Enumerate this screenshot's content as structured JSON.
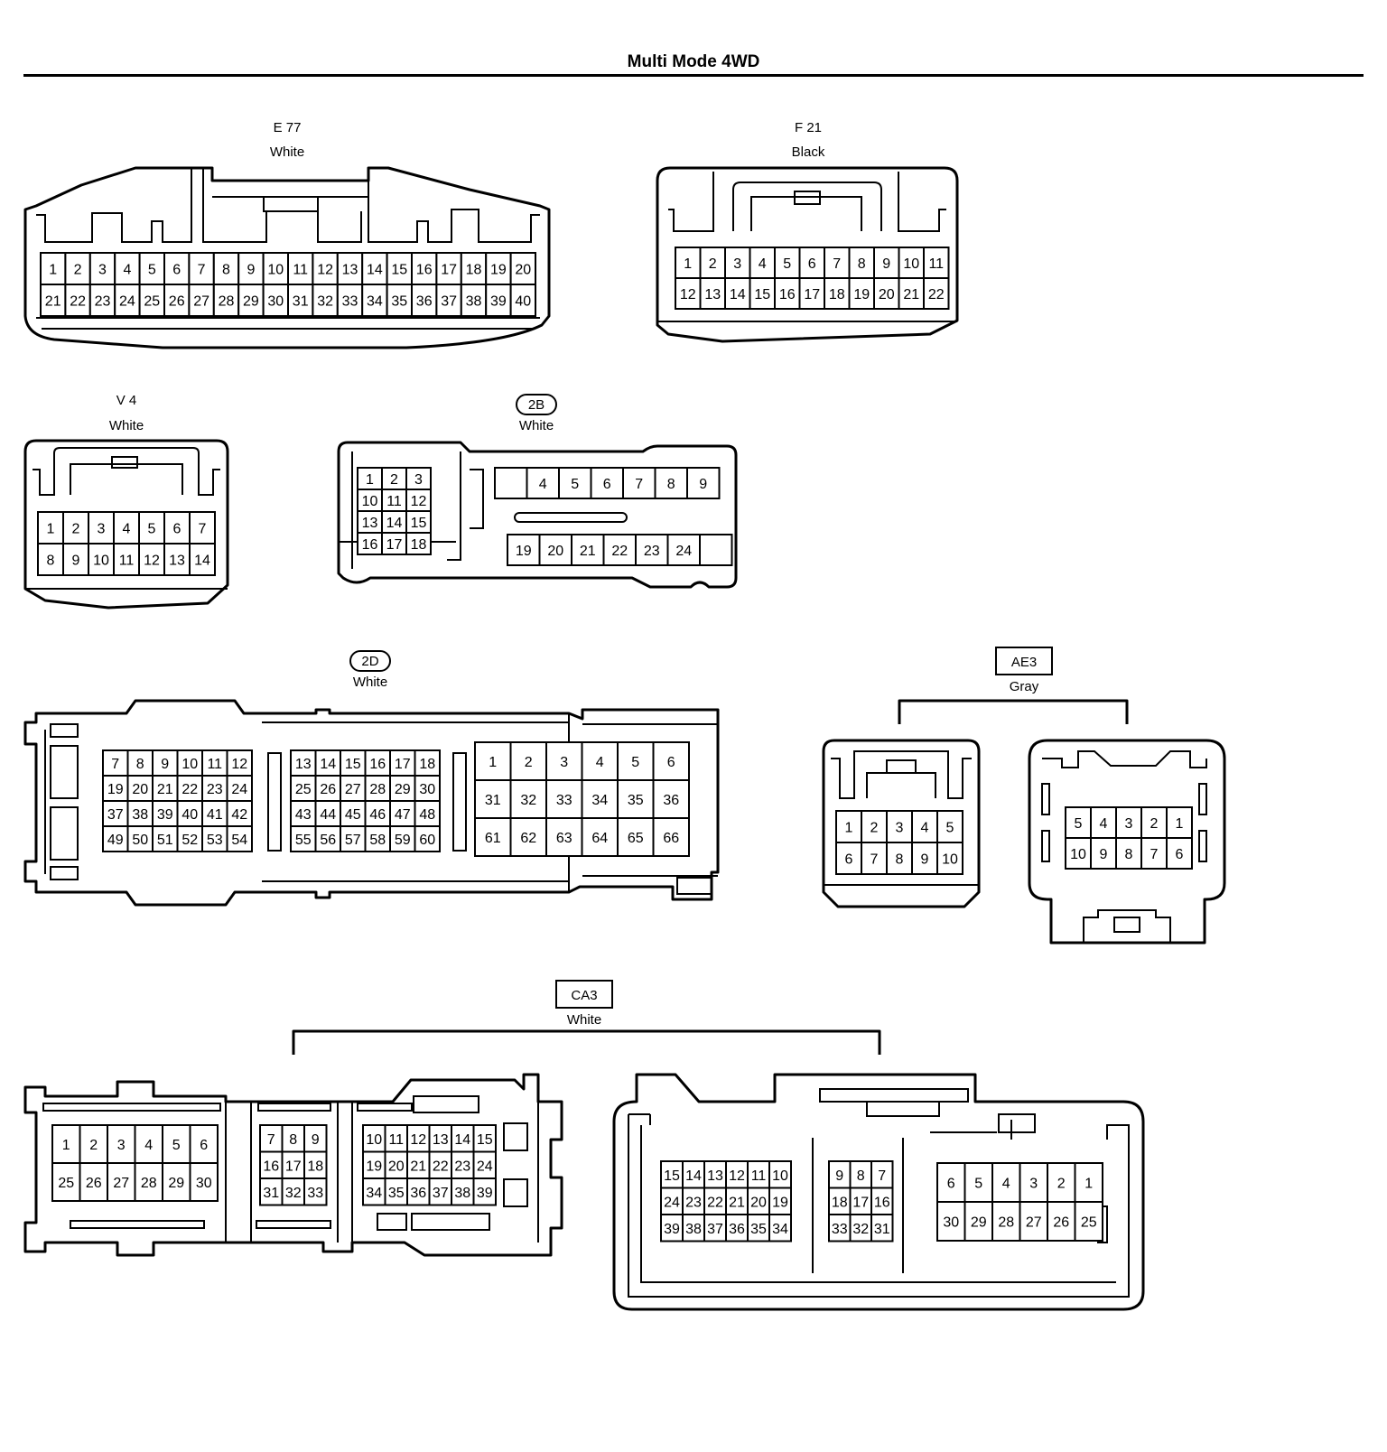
{
  "title": "Multi Mode 4WD",
  "connectors": [
    {
      "id": "E77",
      "code": "E 77",
      "color": "White",
      "code_style": "plain",
      "rows": [
        [
          "1",
          "2",
          "3",
          "4",
          "5",
          "6",
          "7",
          "8",
          "9",
          "10",
          "11",
          "12",
          "13",
          "14",
          "15",
          "16",
          "17",
          "18",
          "19",
          "20"
        ],
        [
          "21",
          "22",
          "23",
          "24",
          "25",
          "26",
          "27",
          "28",
          "29",
          "30",
          "31",
          "32",
          "33",
          "34",
          "35",
          "36",
          "37",
          "38",
          "39",
          "40"
        ]
      ]
    },
    {
      "id": "F21",
      "code": "F 21",
      "color": "Black",
      "code_style": "plain",
      "rows": [
        [
          "1",
          "2",
          "3",
          "4",
          "5",
          "6",
          "7",
          "8",
          "9",
          "10",
          "11"
        ],
        [
          "12",
          "13",
          "14",
          "15",
          "16",
          "17",
          "18",
          "19",
          "20",
          "21",
          "22"
        ]
      ]
    },
    {
      "id": "V4",
      "code": "V 4",
      "color": "White",
      "code_style": "plain",
      "rows": [
        [
          "1",
          "2",
          "3",
          "4",
          "5",
          "6",
          "7"
        ],
        [
          "8",
          "9",
          "10",
          "11",
          "12",
          "13",
          "14"
        ]
      ]
    },
    {
      "id": "2B",
      "code": "2B",
      "color": "White",
      "code_style": "oval",
      "groups": [
        {
          "rows": [
            [
              "1",
              "2",
              "3"
            ],
            [
              "10",
              "11",
              "12"
            ],
            [
              "13",
              "14",
              "15"
            ],
            [
              "16",
              "17",
              "18"
            ]
          ]
        },
        {
          "rows": [
            [
              "",
              "4",
              "5",
              "6",
              "7",
              "8",
              "9"
            ]
          ]
        },
        {
          "rows": [
            [
              "19",
              "20",
              "21",
              "22",
              "23",
              "24",
              ""
            ]
          ]
        }
      ]
    },
    {
      "id": "2D",
      "code": "2D",
      "color": "White",
      "code_style": "oval",
      "groups": [
        {
          "rows": [
            [
              "7",
              "8",
              "9",
              "10",
              "11",
              "12"
            ],
            [
              "19",
              "20",
              "21",
              "22",
              "23",
              "24"
            ],
            [
              "37",
              "38",
              "39",
              "40",
              "41",
              "42"
            ],
            [
              "49",
              "50",
              "51",
              "52",
              "53",
              "54"
            ]
          ]
        },
        {
          "rows": [
            [
              "13",
              "14",
              "15",
              "16",
              "17",
              "18"
            ],
            [
              "25",
              "26",
              "27",
              "28",
              "29",
              "30"
            ],
            [
              "43",
              "44",
              "45",
              "46",
              "47",
              "48"
            ],
            [
              "55",
              "56",
              "57",
              "58",
              "59",
              "60"
            ]
          ]
        },
        {
          "rows": [
            [
              "1",
              "2",
              "3",
              "4",
              "5",
              "6"
            ],
            [
              "31",
              "32",
              "33",
              "34",
              "35",
              "36"
            ],
            [
              "61",
              "62",
              "63",
              "64",
              "65",
              "66"
            ]
          ]
        }
      ]
    },
    {
      "id": "AE3",
      "code": "AE3",
      "color": "Gray",
      "code_style": "box",
      "parts": [
        {
          "rows": [
            [
              "1",
              "2",
              "3",
              "4",
              "5"
            ],
            [
              "6",
              "7",
              "8",
              "9",
              "10"
            ]
          ]
        },
        {
          "rows": [
            [
              "5",
              "4",
              "3",
              "2",
              "1"
            ],
            [
              "10",
              "9",
              "8",
              "7",
              "6"
            ]
          ]
        }
      ]
    },
    {
      "id": "CA3",
      "code": "CA3",
      "color": "White",
      "code_style": "box",
      "parts": [
        {
          "groups": [
            {
              "rows": [
                [
                  "1",
                  "2",
                  "3",
                  "4",
                  "5",
                  "6"
                ],
                [
                  "25",
                  "26",
                  "27",
                  "28",
                  "29",
                  "30"
                ]
              ]
            },
            {
              "rows": [
                [
                  "7",
                  "8",
                  "9"
                ],
                [
                  "16",
                  "17",
                  "18"
                ],
                [
                  "31",
                  "32",
                  "33"
                ]
              ]
            },
            {
              "rows": [
                [
                  "10",
                  "11",
                  "12",
                  "13",
                  "14",
                  "15"
                ],
                [
                  "19",
                  "20",
                  "21",
                  "22",
                  "23",
                  "24"
                ],
                [
                  "34",
                  "35",
                  "36",
                  "37",
                  "38",
                  "39"
                ]
              ]
            }
          ]
        },
        {
          "groups": [
            {
              "rows": [
                [
                  "15",
                  "14",
                  "13",
                  "12",
                  "11",
                  "10"
                ],
                [
                  "24",
                  "23",
                  "22",
                  "21",
                  "20",
                  "19"
                ],
                [
                  "39",
                  "38",
                  "37",
                  "36",
                  "35",
                  "34"
                ]
              ]
            },
            {
              "rows": [
                [
                  "9",
                  "8",
                  "7"
                ],
                [
                  "18",
                  "17",
                  "16"
                ],
                [
                  "33",
                  "32",
                  "31"
                ]
              ]
            },
            {
              "rows": [
                [
                  "6",
                  "5",
                  "4",
                  "3",
                  "2",
                  "1"
                ],
                [
                  "30",
                  "29",
                  "28",
                  "27",
                  "26",
                  "25"
                ]
              ]
            }
          ]
        }
      ]
    }
  ]
}
